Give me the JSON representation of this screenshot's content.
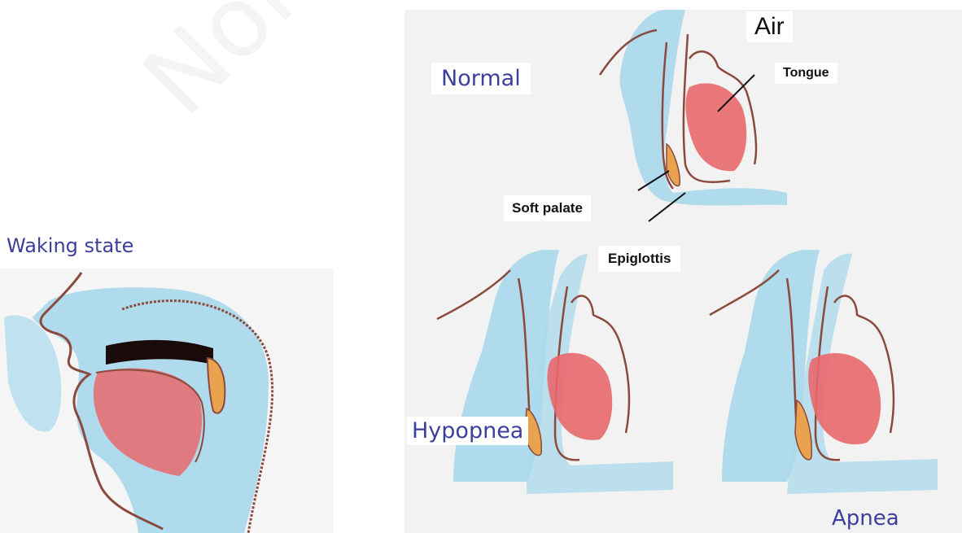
{
  "watermark": "Non-co",
  "waking_title": "Waking state",
  "normal_title": "Normal",
  "hypopnea_title": "Hypopnea",
  "apnea_title": "Apnea",
  "labels": {
    "air": "Air",
    "tongue": "Tongue",
    "soft_palate": "Soft palate",
    "epiglottis": "Epiglottis"
  },
  "colors": {
    "airway_blue": "#a9d8ec",
    "tongue_red": "#e8686c",
    "palate_orange": "#e9a34f",
    "outline_brown": "#8a4a3e",
    "title_blue": "#3d3f9c"
  }
}
